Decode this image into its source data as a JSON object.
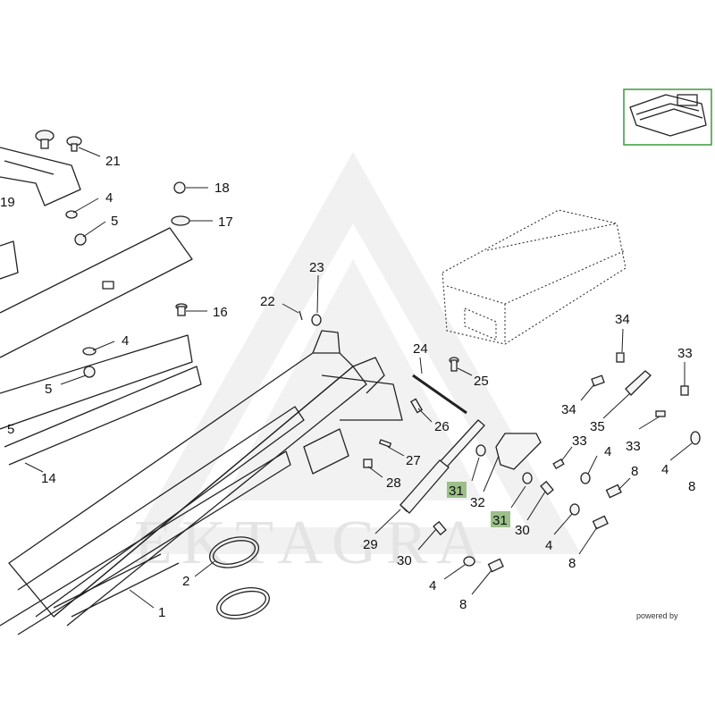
{
  "diagram": {
    "watermark": "EKTAGRA",
    "footer": "powered by",
    "highlight_color": "#9cc08a",
    "thumbnail_border_color": "#3a9a3a",
    "callouts": [
      "21",
      "19",
      "4",
      "5",
      "18",
      "17",
      "16",
      "23",
      "22",
      "4",
      "5",
      "5",
      "14",
      "24",
      "25",
      "34",
      "33",
      "34",
      "35",
      "33",
      "33",
      "4",
      "8",
      "4",
      "8",
      "26",
      "27",
      "28",
      "31",
      "32",
      "31",
      "30",
      "4",
      "29",
      "30",
      "4",
      "8",
      "8",
      "2",
      "1"
    ],
    "highlighted_parts": [
      "31"
    ]
  }
}
